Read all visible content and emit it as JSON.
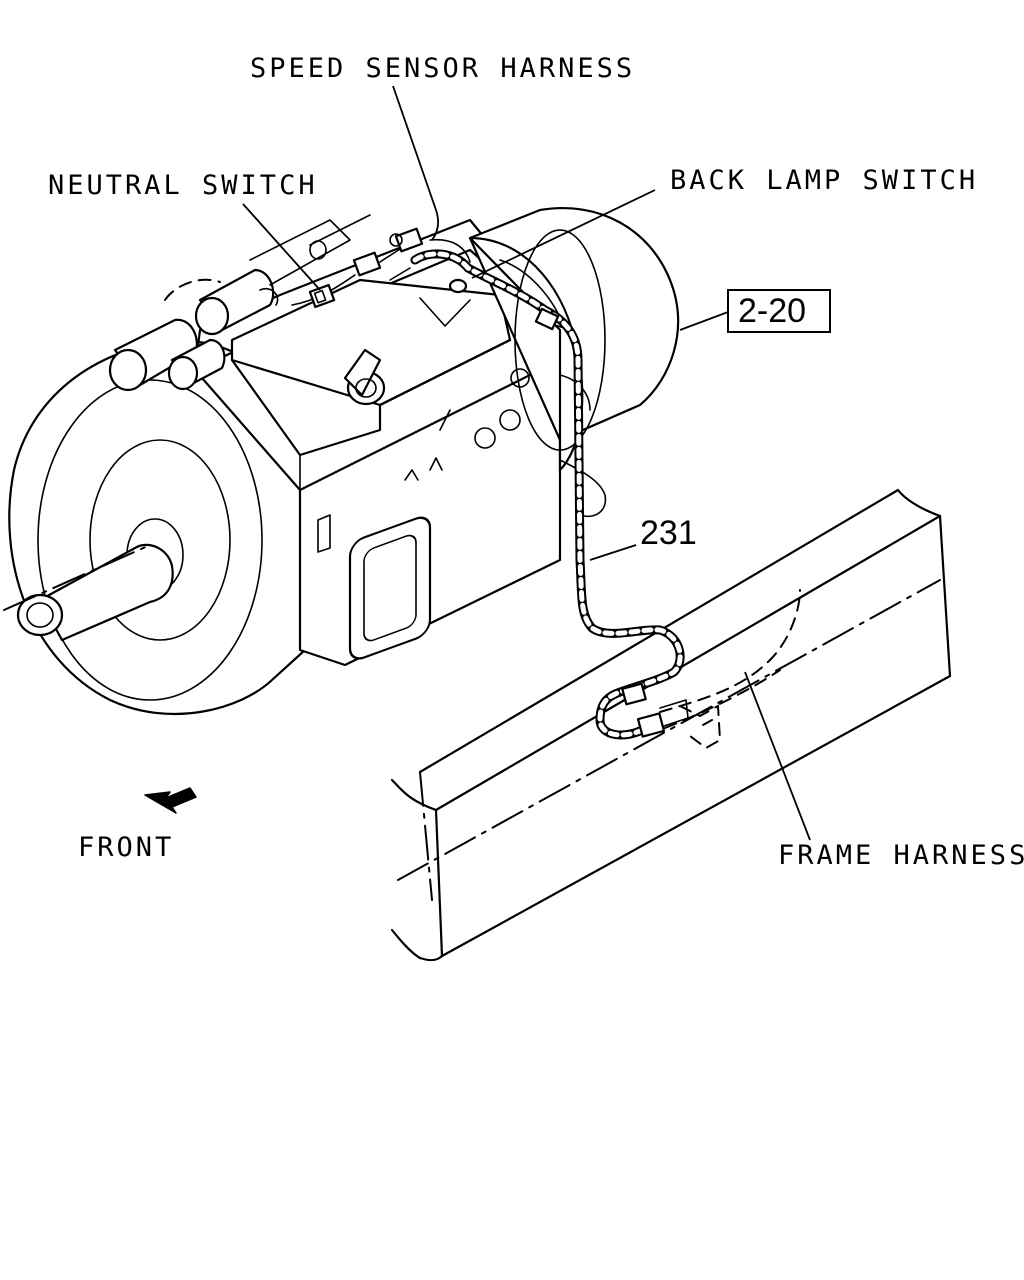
{
  "labels": {
    "speed_sensor_harness": "SPEED SENSOR HARNESS",
    "neutral_switch": "NEUTRAL SWITCH",
    "back_lamp_switch": "BACK LAMP SWITCH",
    "reference_box": "2-20",
    "part_number": "231",
    "front": "FRONT",
    "frame_harness": "FRAME HARNESS"
  },
  "colors": {
    "line": "#000000",
    "background": "#ffffff"
  },
  "icons": {
    "front_direction": "arrow-left-down-icon"
  }
}
